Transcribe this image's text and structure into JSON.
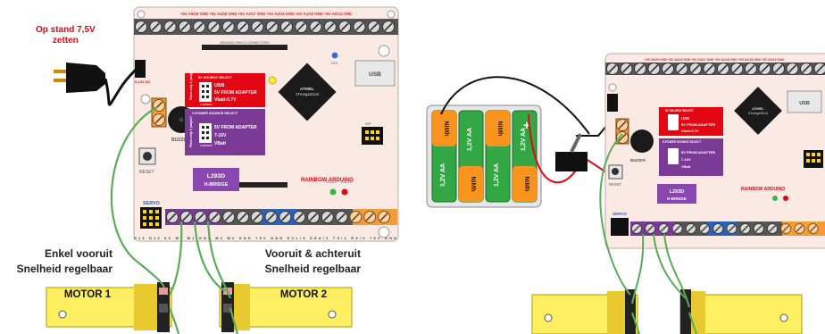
{
  "annotations": {
    "set_voltage": [
      "Op stand 7,5V",
      "zetten"
    ],
    "motor1_caption": [
      "Enkel vooruit",
      "Snelheid regelbaar"
    ],
    "motor2_caption": [
      "Vooruit & achteruit",
      "Snelheid regelbaar"
    ]
  },
  "left_board": {
    "header_top": "+5V A5/19 GND +5V A4/18 GND +5V A3/17 GND +5V A2/16 GND +5V A1/15 GND +5V A0/14 GND",
    "shield_title": "ARDUINO SHIELD CONNECTORS",
    "source_select": "5V SOURCE SELECT",
    "place_only": "Place only 1 jumper!",
    "jumper1": "JUMPER1",
    "usb_option": "USB",
    "adapter_option": "5V FROM ADAPTER",
    "vbatt_option": "Vbatt-0.7V",
    "vpower_select": "V-POWER SOURCE SELECT",
    "jumper2": "JUMPER2",
    "vp_adapter": "5V FROM ADAPTER",
    "vp_716": "7-16V",
    "vp_vbatt": "VBatt",
    "chip_line1": "ATMEL",
    "chip_line2": "ATmega32U4",
    "usb": "USB",
    "dc_jack": "9-16V DC",
    "buzzer": "BUZZER",
    "io7": "IO7",
    "reset": "RESET",
    "hbridge_line1": "L293D",
    "hbridge_line2": "H-BRIDGE",
    "brand": "RAINBOW ARDUINO",
    "servo": "SERVO",
    "isp": "ISP",
    "d13": "D13",
    "txled": "TXLED",
    "rxled": "RXLED",
    "bottom_labels": "D13 D12 6V M1 M1 GND M2 M2 GND +5V GND SCL/3 SDA/2 TX/1 RX/0 +5V GND"
  },
  "battery": {
    "cells": [
      "NiMh",
      "1,2V AA",
      "NiMh",
      "1,2V AA"
    ],
    "plus": "+"
  },
  "motors": {
    "m1": "MOTOR 1",
    "m2": "MOTOR 2"
  },
  "right_board": {
    "usb": "USB",
    "buzzer": "BUZZER",
    "reset": "RESET",
    "hbridge_line1": "L293D",
    "hbridge_line2": "H-BRIDGE",
    "brand": "RAINBOW ARDUINO",
    "servo": "SERVO",
    "source_select": "5V SOURCE SELECT",
    "vpower_select": "V-POWER SOURCE SELECT",
    "usb_option": "USB",
    "adapter_option": "5V FROM ADAPTER",
    "vbatt_option": "Vbatt-0.7V",
    "vp_716": "7-16V",
    "vp_vbatt": "VBatt",
    "chip_line1": "ATMEL",
    "chip_line2": "ATmega32U4"
  },
  "colors": {
    "board": "#fbe9e3",
    "black_terminal": "#555555",
    "red_select": "#e30613",
    "purple_select": "#7b3a96",
    "hbridge": "#8a47b0",
    "wire_green": "#5aab5a",
    "motor_yellow": "#fdee62",
    "battery_green": "#33a744",
    "battery_orange": "#f7941d"
  }
}
